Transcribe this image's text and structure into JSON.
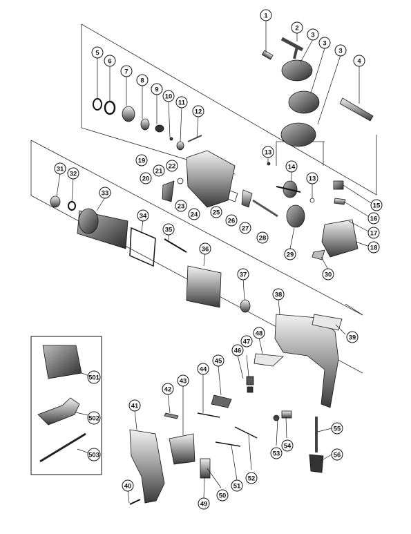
{
  "diagram": {
    "parts": [
      {
        "id": "1",
        "label": "1"
      },
      {
        "id": "2",
        "label": "2"
      },
      {
        "id": "3a",
        "label": "3"
      },
      {
        "id": "3b",
        "label": "3"
      },
      {
        "id": "3c",
        "label": "3"
      },
      {
        "id": "4",
        "label": "4"
      },
      {
        "id": "5",
        "label": "5"
      },
      {
        "id": "6",
        "label": "6"
      },
      {
        "id": "7",
        "label": "7"
      },
      {
        "id": "8",
        "label": "8"
      },
      {
        "id": "9",
        "label": "9"
      },
      {
        "id": "10",
        "label": "10"
      },
      {
        "id": "11",
        "label": "11"
      },
      {
        "id": "12",
        "label": "12"
      },
      {
        "id": "13a",
        "label": "13"
      },
      {
        "id": "13b",
        "label": "13"
      },
      {
        "id": "14",
        "label": "14"
      },
      {
        "id": "15",
        "label": "15"
      },
      {
        "id": "16",
        "label": "16"
      },
      {
        "id": "17",
        "label": "17"
      },
      {
        "id": "18",
        "label": "18"
      },
      {
        "id": "19",
        "label": "19"
      },
      {
        "id": "20",
        "label": "20"
      },
      {
        "id": "21",
        "label": "21"
      },
      {
        "id": "22",
        "label": "22"
      },
      {
        "id": "23",
        "label": "23"
      },
      {
        "id": "24",
        "label": "24"
      },
      {
        "id": "25",
        "label": "25"
      },
      {
        "id": "26",
        "label": "26"
      },
      {
        "id": "27",
        "label": "27"
      },
      {
        "id": "28",
        "label": "28"
      },
      {
        "id": "29",
        "label": "29"
      },
      {
        "id": "30",
        "label": "30"
      },
      {
        "id": "31",
        "label": "31"
      },
      {
        "id": "32",
        "label": "32"
      },
      {
        "id": "33",
        "label": "33"
      },
      {
        "id": "34",
        "label": "34"
      },
      {
        "id": "35",
        "label": "35"
      },
      {
        "id": "36",
        "label": "36"
      },
      {
        "id": "37",
        "label": "37"
      },
      {
        "id": "38",
        "label": "38"
      },
      {
        "id": "39",
        "label": "39"
      },
      {
        "id": "40",
        "label": "40"
      },
      {
        "id": "41",
        "label": "41"
      },
      {
        "id": "42",
        "label": "42"
      },
      {
        "id": "43",
        "label": "43"
      },
      {
        "id": "44",
        "label": "44"
      },
      {
        "id": "45",
        "label": "45"
      },
      {
        "id": "46",
        "label": "46"
      },
      {
        "id": "47",
        "label": "47"
      },
      {
        "id": "48",
        "label": "48"
      },
      {
        "id": "49",
        "label": "49"
      },
      {
        "id": "50",
        "label": "50"
      },
      {
        "id": "51",
        "label": "51"
      },
      {
        "id": "52",
        "label": "52"
      },
      {
        "id": "53",
        "label": "53"
      },
      {
        "id": "54",
        "label": "54"
      },
      {
        "id": "55",
        "label": "55"
      },
      {
        "id": "56",
        "label": "56"
      },
      {
        "id": "501",
        "label": "501"
      },
      {
        "id": "502",
        "label": "502"
      },
      {
        "id": "503",
        "label": "503"
      }
    ]
  }
}
